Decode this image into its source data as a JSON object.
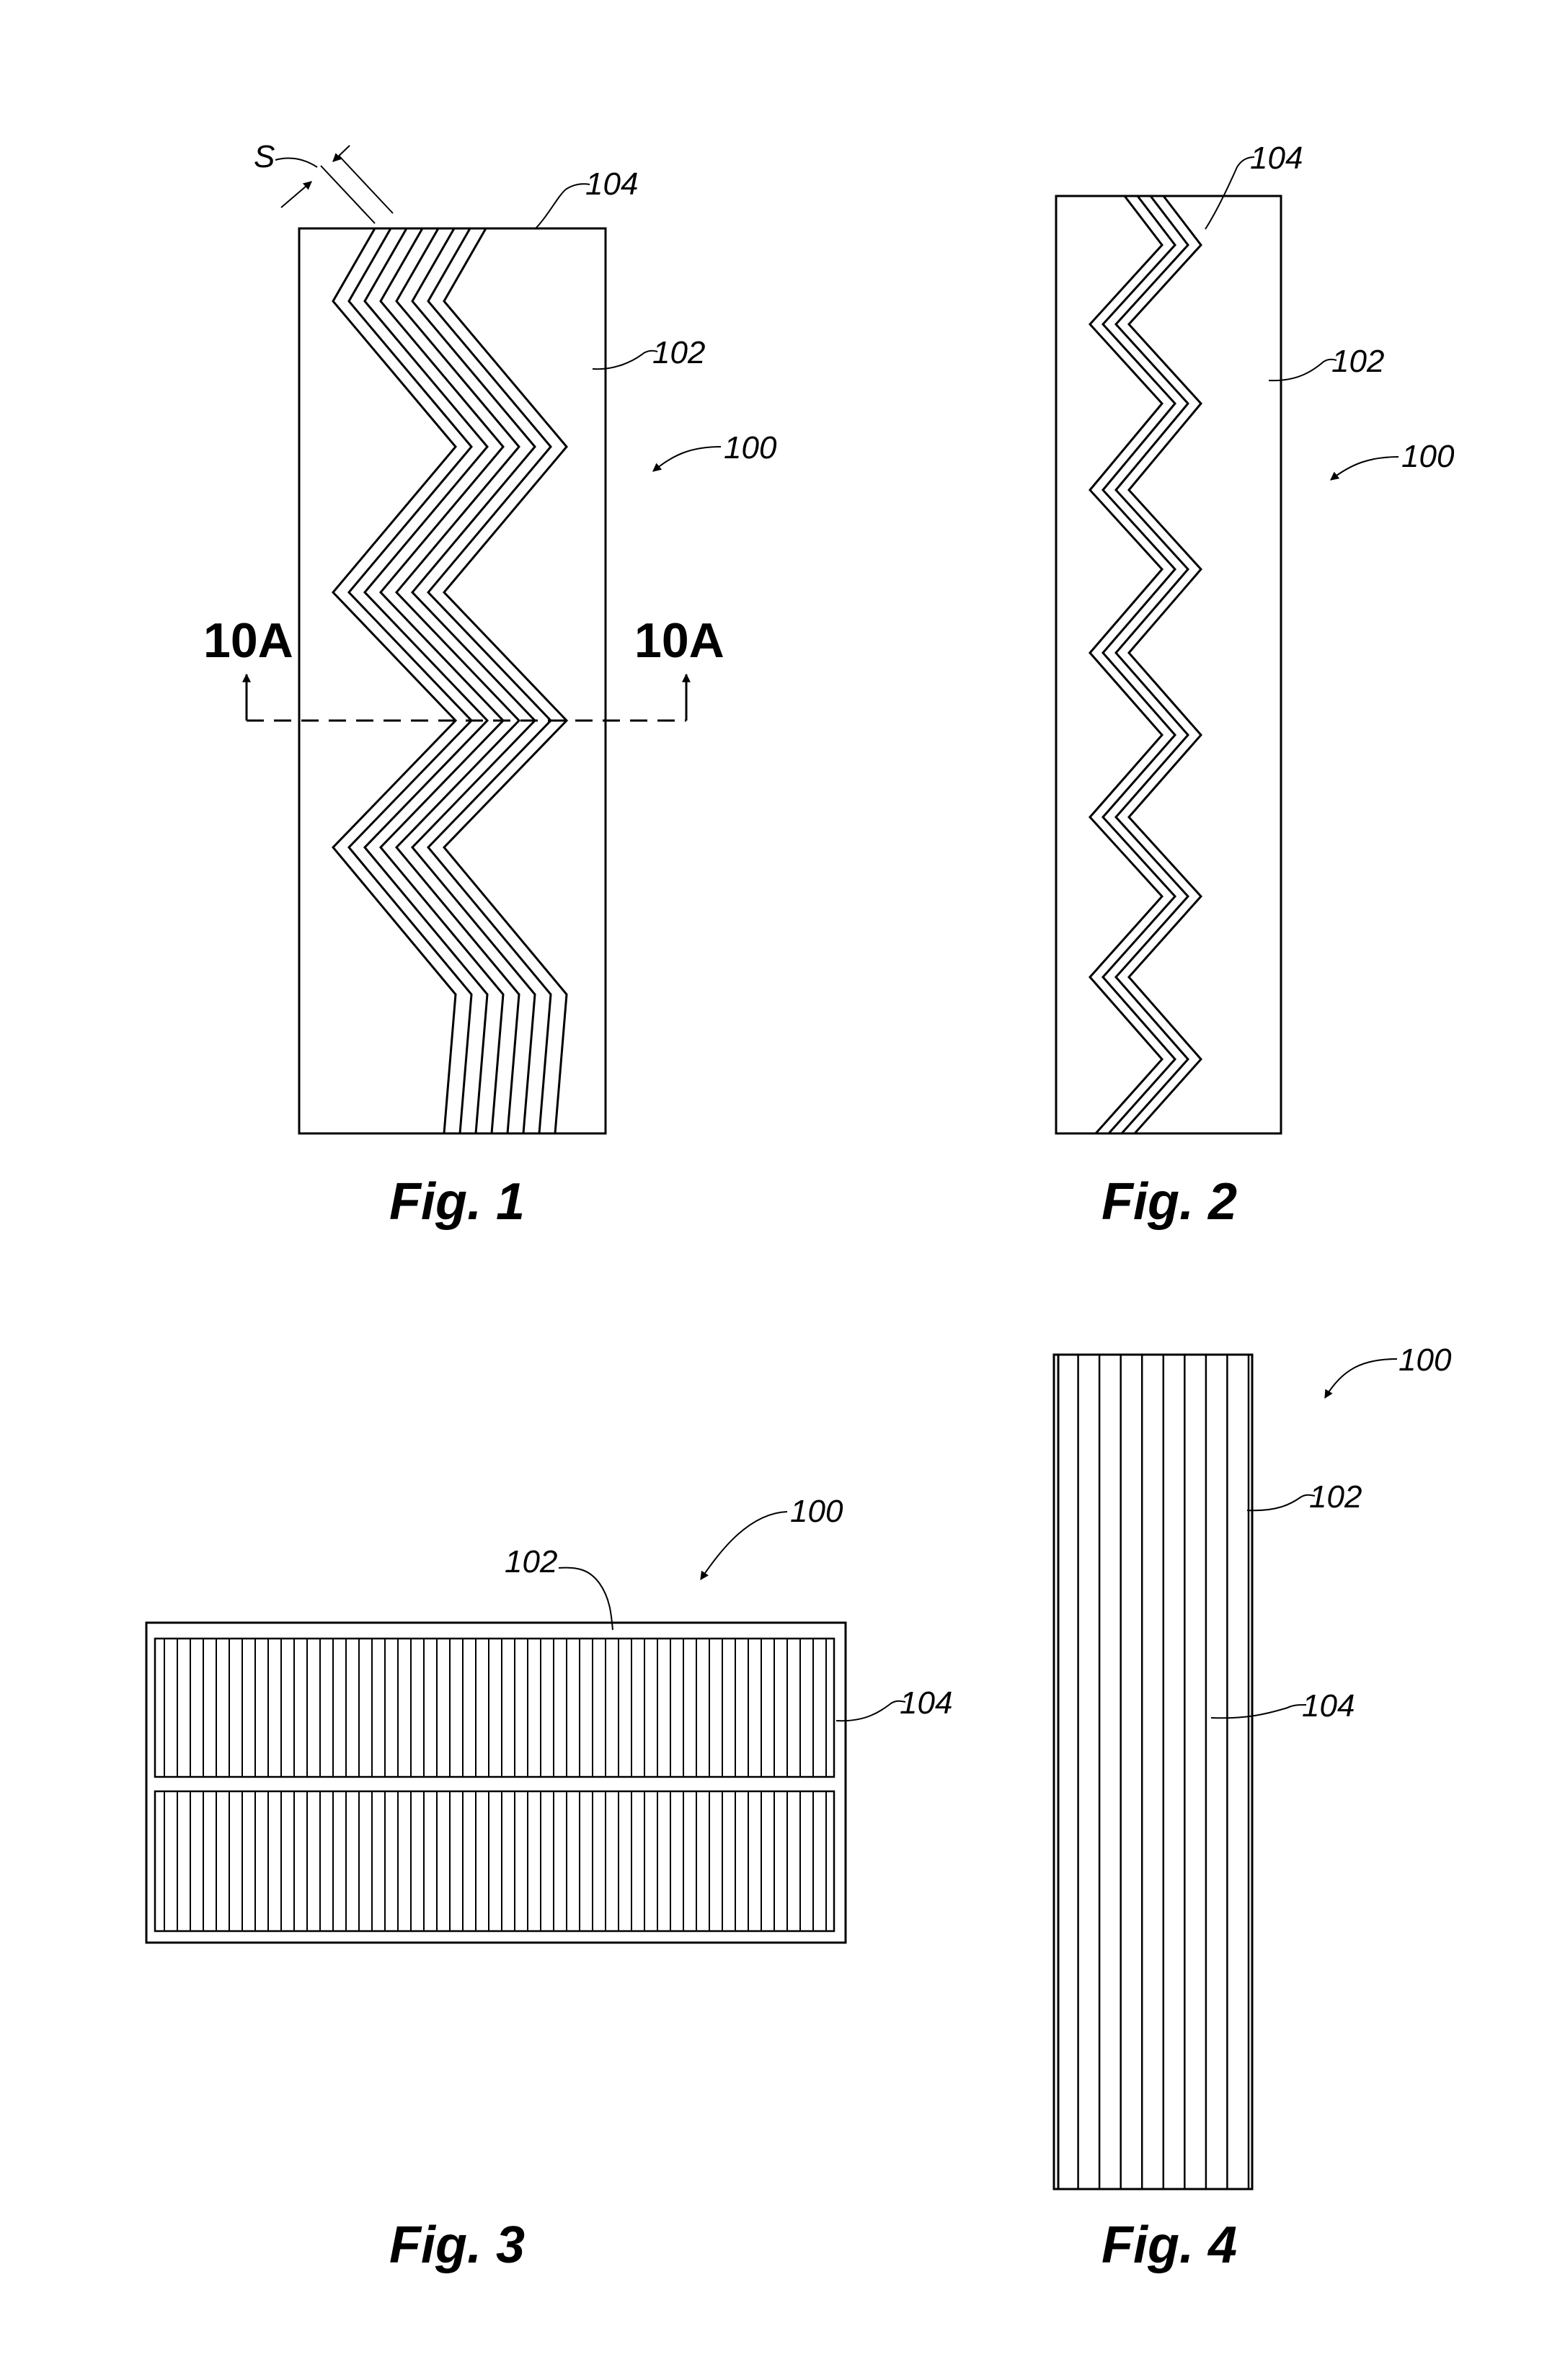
{
  "fig1": {
    "caption": "Fig. 1",
    "ref_spacing": "S",
    "ref_104": "104",
    "ref_102": "102",
    "ref_100": "100",
    "section_left": "10A",
    "section_right": "10A"
  },
  "fig2": {
    "caption": "Fig. 2",
    "ref_104": "104",
    "ref_102": "102",
    "ref_100": "100"
  },
  "fig3": {
    "caption": "Fig. 3",
    "ref_102": "102",
    "ref_100": "100",
    "ref_104": "104"
  },
  "fig4": {
    "caption": "Fig. 4",
    "ref_100": "100",
    "ref_102": "102",
    "ref_104": "104"
  }
}
